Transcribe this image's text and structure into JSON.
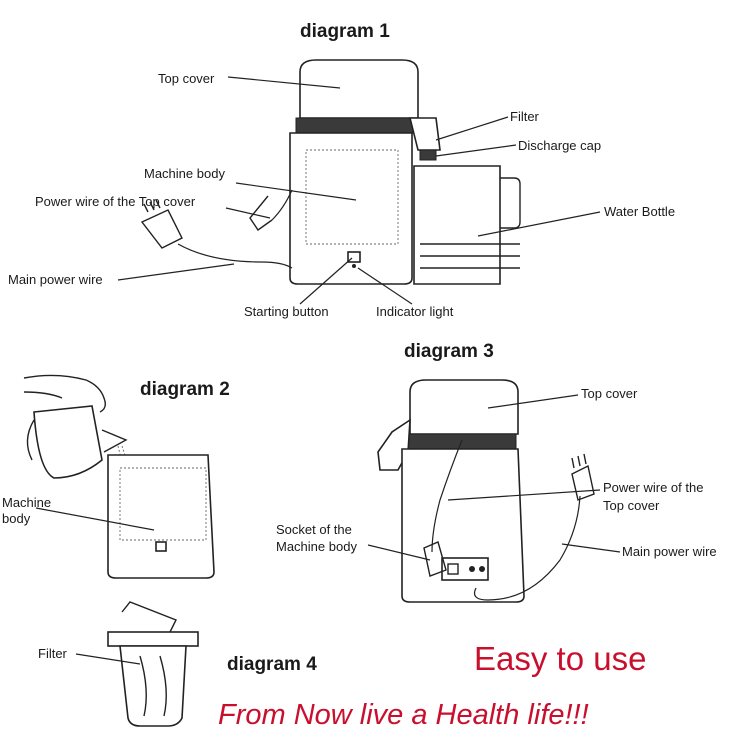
{
  "diagrams": [
    {
      "title": "diagram 1",
      "labels": [
        "Top cover",
        "Filter",
        "Discharge cap",
        "Machine body",
        "Power wire of the Top cover",
        "Water Bottle",
        "Main power wire",
        "Starting button",
        "Indicator light"
      ]
    },
    {
      "title": "diagram 2",
      "labels": [
        "Machine",
        "body"
      ]
    },
    {
      "title": "diagram 3",
      "labels": [
        "Top cover",
        "Power wire of the",
        "Top cover",
        "Socket of the",
        "Machine body",
        "Main power wire"
      ]
    },
    {
      "title": "diagram 4",
      "labels": [
        "Filter"
      ]
    }
  ],
  "promo": {
    "title": "Easy to use",
    "subtitle": "From Now live a Health life!!!",
    "color": "#c8102e"
  }
}
